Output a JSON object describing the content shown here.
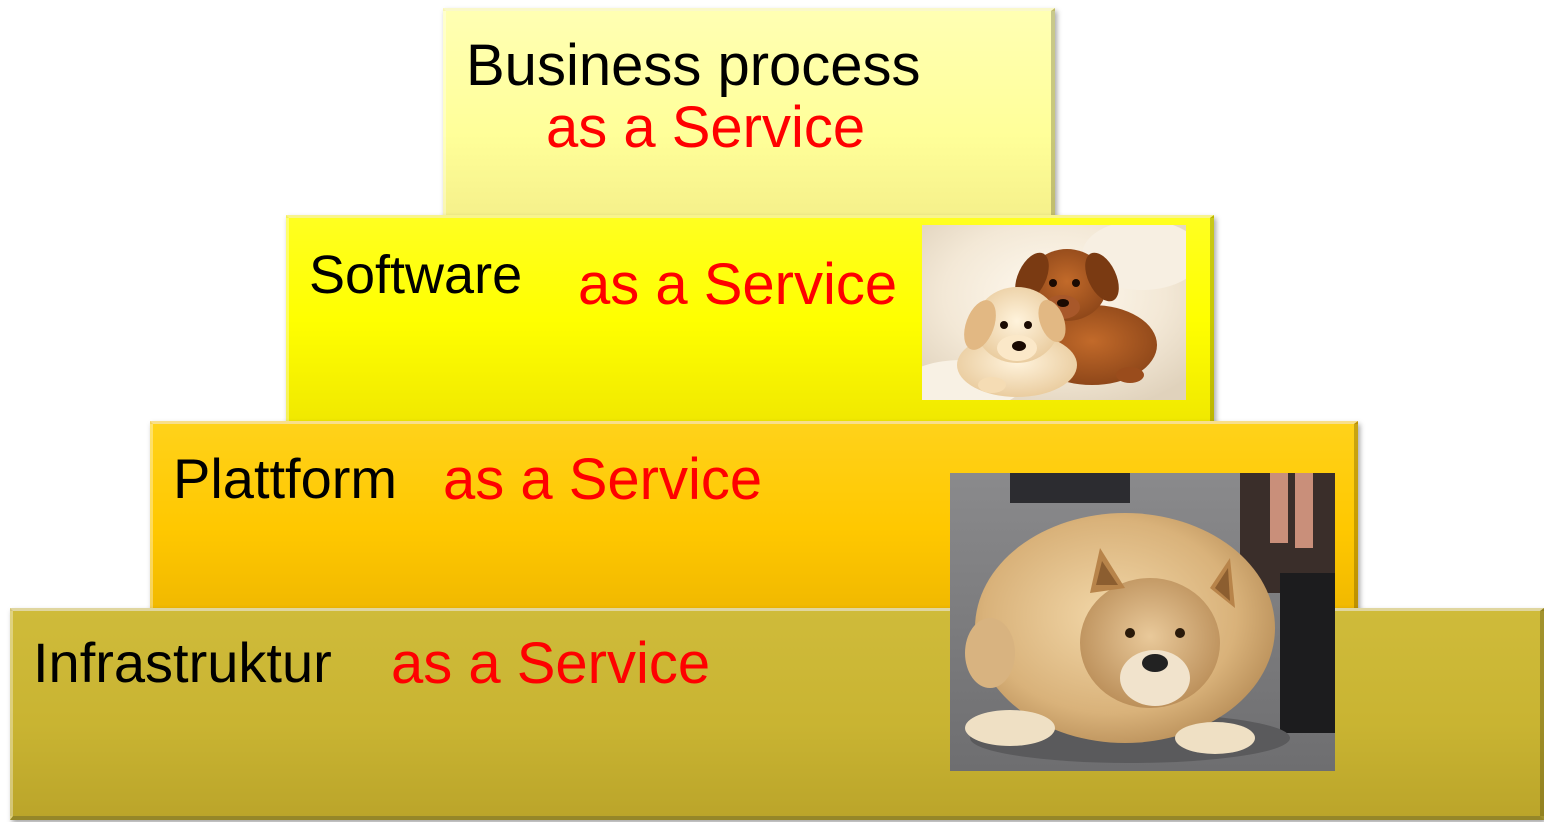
{
  "layers": [
    {
      "id": "bpaas",
      "name_line": "Business process",
      "suffix": "as a Service"
    },
    {
      "id": "saas",
      "name_line": "Software",
      "suffix": "as a Service"
    },
    {
      "id": "paas",
      "name_line": "Plattform",
      "suffix": "as a Service"
    },
    {
      "id": "iaas",
      "name_line": "Infrastruktur",
      "suffix": "as a Service"
    }
  ],
  "colors": {
    "bpaas_fill": "#ffff99",
    "saas_fill": "#ffff00",
    "paas_fill": "#ffc800",
    "iaas_fill": "#c9b432",
    "prefix_text": "#000000",
    "suffix_text": "#ff0000"
  },
  "photos": {
    "puppies": "two-puppies-photo",
    "fat_dog": "fat-dog-photo"
  }
}
